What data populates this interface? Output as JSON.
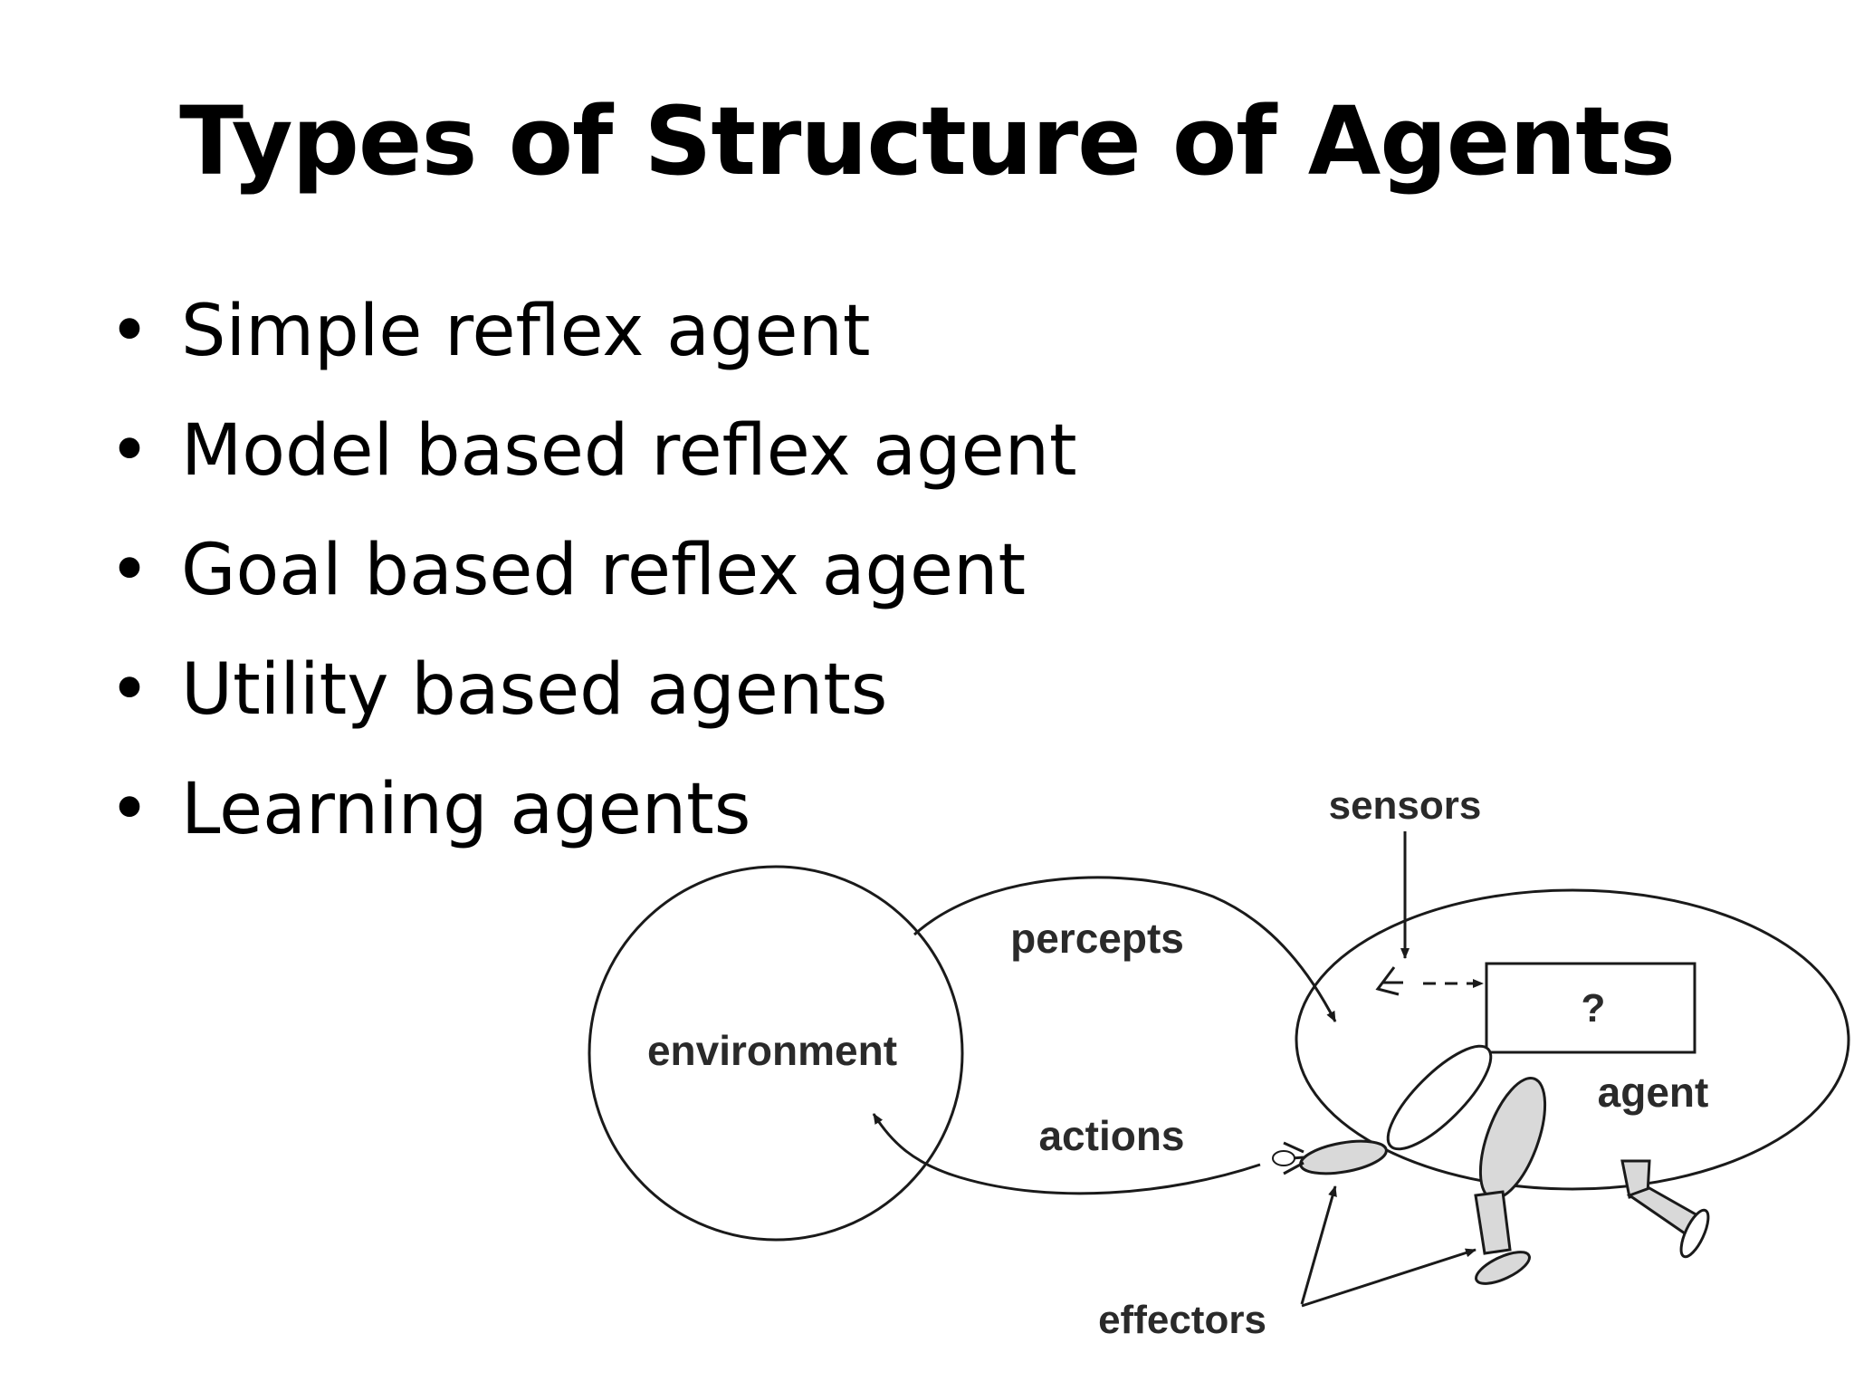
{
  "slide": {
    "title": "Types of Structure of Agents",
    "bullets": [
      "Simple reflex agent",
      "Model based reflex agent",
      "Goal based reflex agent",
      "Utility based agents",
      "Learning agents"
    ]
  },
  "diagram": {
    "labels": {
      "environment": "environment",
      "percepts": "percepts",
      "actions": "actions",
      "sensors": "sensors",
      "effectors": "effectors",
      "agent": "agent",
      "unknown": "?"
    },
    "colors": {
      "stroke": "#1a1a1a",
      "limb_fill": "#d9d9d9"
    }
  }
}
